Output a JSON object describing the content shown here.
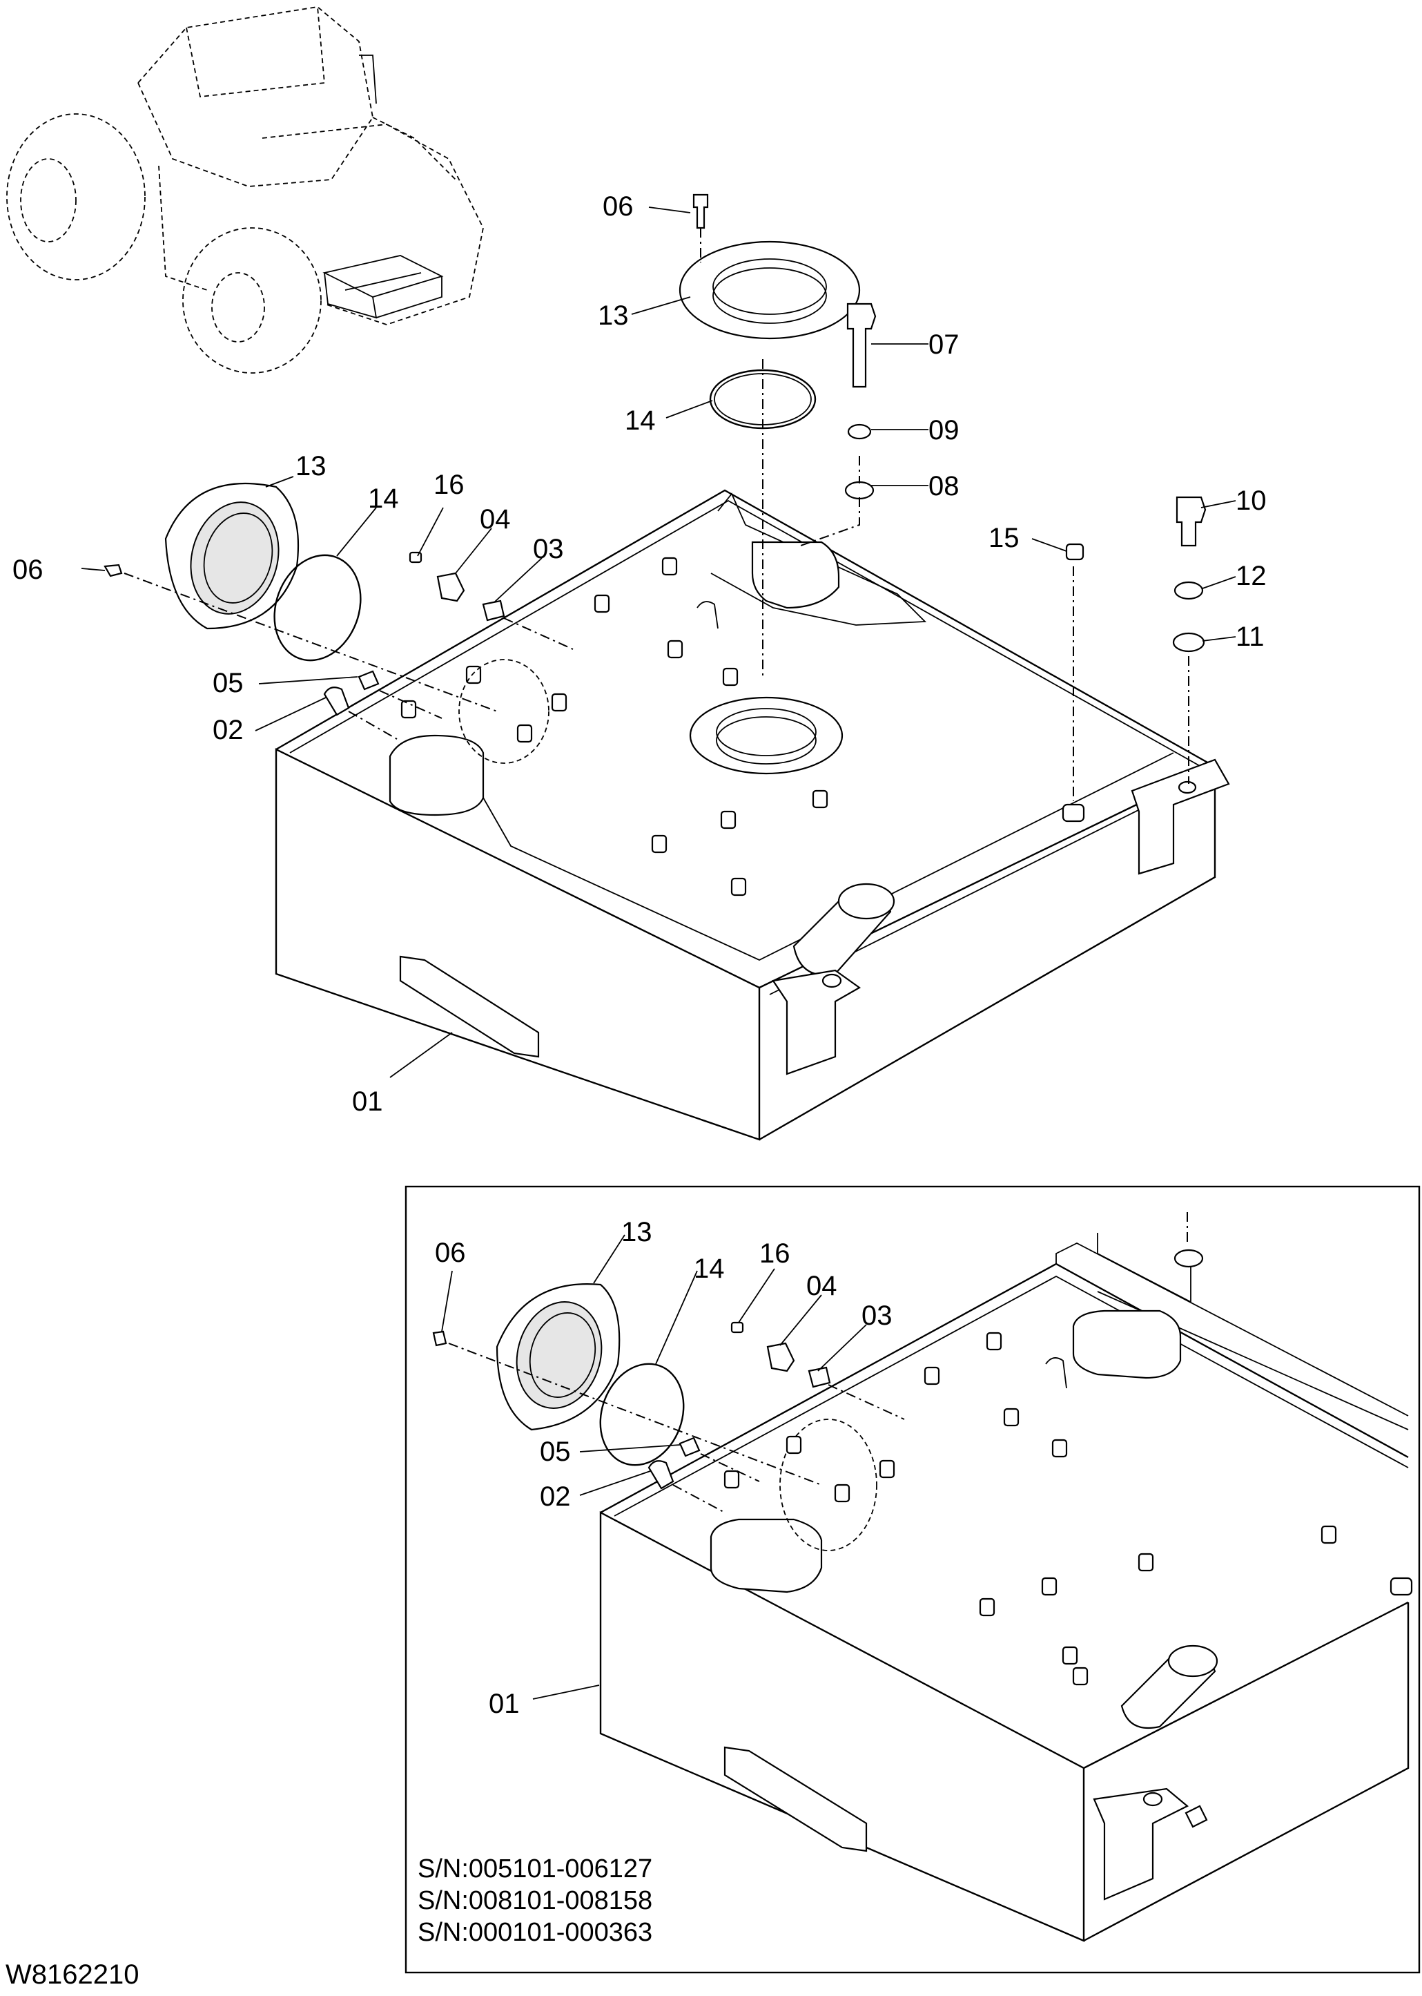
{
  "drawing_code": "W8162210",
  "main_view": {
    "callouts": [
      {
        "id": "c06a",
        "label": "06"
      },
      {
        "id": "c13a",
        "label": "13"
      },
      {
        "id": "c14a",
        "label": "14"
      },
      {
        "id": "c07",
        "label": "07"
      },
      {
        "id": "c09",
        "label": "09"
      },
      {
        "id": "c08",
        "label": "08"
      },
      {
        "id": "c10",
        "label": "10"
      },
      {
        "id": "c12",
        "label": "12"
      },
      {
        "id": "c11",
        "label": "11"
      },
      {
        "id": "c15",
        "label": "15"
      },
      {
        "id": "c13b",
        "label": "13"
      },
      {
        "id": "c14b",
        "label": "14"
      },
      {
        "id": "c16",
        "label": "16"
      },
      {
        "id": "c04",
        "label": "04"
      },
      {
        "id": "c03",
        "label": "03"
      },
      {
        "id": "c06b",
        "label": "06"
      },
      {
        "id": "c05",
        "label": "05"
      },
      {
        "id": "c02",
        "label": "02"
      },
      {
        "id": "c01",
        "label": "01"
      }
    ]
  },
  "inset_view": {
    "callouts": [
      {
        "id": "i06",
        "label": "06"
      },
      {
        "id": "i13",
        "label": "13"
      },
      {
        "id": "i14",
        "label": "14"
      },
      {
        "id": "i16",
        "label": "16"
      },
      {
        "id": "i04",
        "label": "04"
      },
      {
        "id": "i03",
        "label": "03"
      },
      {
        "id": "i05",
        "label": "05"
      },
      {
        "id": "i02",
        "label": "02"
      },
      {
        "id": "i01",
        "label": "01"
      }
    ],
    "serial_numbers": [
      "S/N:005101-006127",
      "S/N:008101-008158",
      "S/N:000101-000363"
    ]
  }
}
